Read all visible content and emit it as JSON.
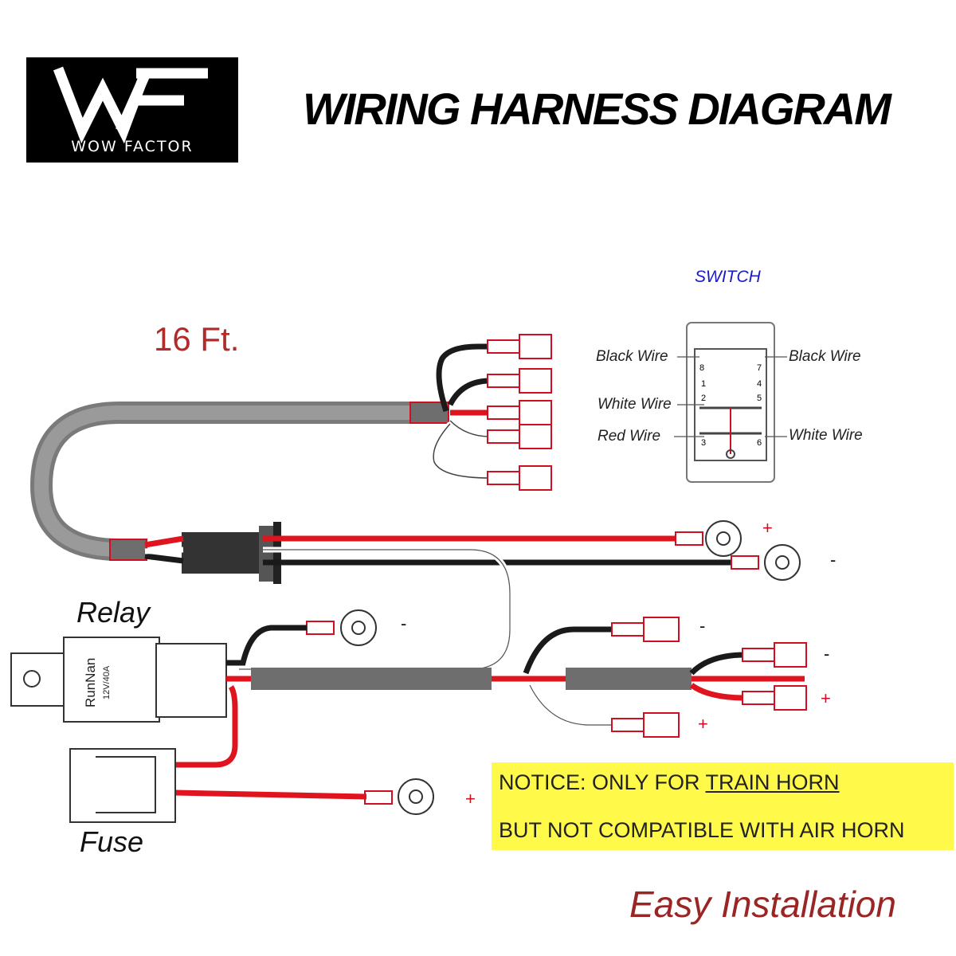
{
  "brand": {
    "name": "WOW FACTOR",
    "monogram": "WF"
  },
  "title": "WIRING HARNESS DIAGRAM",
  "length": "16 Ft.",
  "switch": {
    "title": "SWITCH",
    "wires": [
      "Black Wire",
      "Black Wire",
      "White Wire",
      "Red Wire",
      "White Wire"
    ],
    "pins": [
      "8",
      "7",
      "1",
      "4",
      "2",
      "5",
      "3",
      "6"
    ]
  },
  "relay": {
    "label": "Relay",
    "brand": "RunNan",
    "rating": "12V/40A"
  },
  "fuse": {
    "label": "Fuse"
  },
  "signs": [
    "+",
    "-",
    "-",
    "-",
    "-",
    "+",
    "+",
    "+"
  ],
  "notice": {
    "prefix": "NOTICE: ONLY FOR ",
    "emphasis": "TRAIN HORN",
    "line2": "BUT NOT COMPATIBLE WITH AIR HORN"
  },
  "footer": "Easy Installation",
  "colors": {
    "wire_red": "#e0141e",
    "wire_black": "#1a1a1a",
    "cable_gray": "#7a7a7a",
    "notice_bg": "#fff94a",
    "title_red": "#b22a2a"
  }
}
